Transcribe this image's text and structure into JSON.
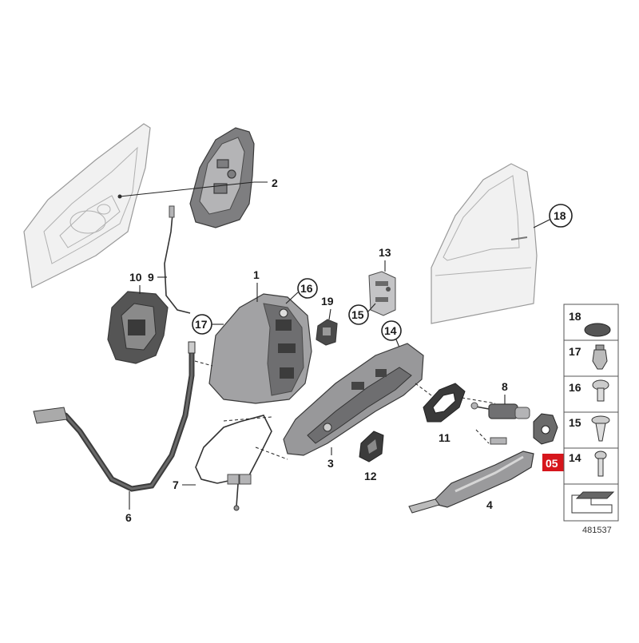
{
  "callouts": {
    "c1": "1",
    "c2": "2",
    "c3": "3",
    "c4": "4",
    "c6": "6",
    "c7": "7",
    "c8": "8",
    "c9": "9",
    "c10": "10",
    "c11": "11",
    "c12": "12",
    "c13": "13",
    "c14": "14",
    "c15": "15",
    "c16": "16",
    "c17": "17",
    "c18": "18",
    "c19": "19"
  },
  "legend": {
    "items": [
      {
        "label": "18",
        "icon": "grommet-icon"
      },
      {
        "label": "17",
        "icon": "clip-icon"
      },
      {
        "label": "16",
        "icon": "hex-bolt-icon"
      },
      {
        "label": "15",
        "icon": "torx-screw-icon"
      },
      {
        "label": "14",
        "icon": "screw-icon"
      }
    ],
    "arrow_icon": "direction-arrow-icon"
  },
  "highlight_label": "05",
  "highlight_color": "#d6161c",
  "reference_number": "481537"
}
